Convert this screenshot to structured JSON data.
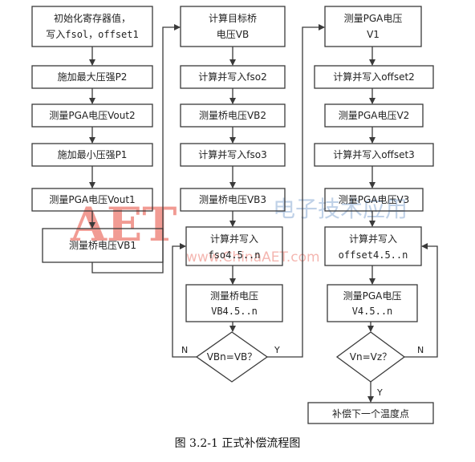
{
  "figure": {
    "caption": "图 3.2-1 正式补偿流程图"
  },
  "watermark": {
    "logo": "AET",
    "site": "www.ChinaAET.com",
    "chinese": "电子技术应用"
  },
  "col1": {
    "init_line1": "初始化寄存器值，",
    "init_line2": "写入fsol，offset1",
    "apply_max": "施加最大压强P2",
    "measure_vout2": "测量PGA电压Vout2",
    "apply_min": "施加最小压强P1",
    "measure_vout1": "测量PGA电压Vout1",
    "measure_vb1": "测量桥电压VB1"
  },
  "col2": {
    "target_line1": "计算目标桥",
    "target_line2": "电压VB",
    "write_fso2": "计算并写入fso2",
    "measure_vb2": "测量桥电压VB2",
    "write_fso3": "计算并写入fso3",
    "measure_vb3": "测量桥电压VB3",
    "write_fso4_line1": "计算并写入",
    "write_fso4_line2": "fso4.5..n",
    "measure_vb4_line1": "测量桥电压",
    "measure_vb4_line2": "VB4.5..n",
    "decision": "VBn=VB？",
    "no_label": "N",
    "yes_label": "Y"
  },
  "col3": {
    "measure_v1_line1": "测量PGA电压",
    "measure_v1_line2": "V1",
    "write_offset2": "计算并写入offset2",
    "measure_v2": "测量PGA电压V2",
    "write_offset3": "计算并写入offset3",
    "measure_v3": "测量PGA电压V3",
    "write_offset4_line1": "计算并写入",
    "write_offset4_line2": "offset4.5..n",
    "measure_v4_line1": "测量PGA电压",
    "measure_v4_line2": "V4.5..n",
    "decision": "Vn=Vz？",
    "no_label": "N",
    "yes_label": "Y",
    "final": "补偿下一个温度点"
  },
  "colors": {
    "stroke": "#3a3a3a",
    "watermark_red": "#e64b3c",
    "watermark_blue": "#4a7dbd"
  }
}
